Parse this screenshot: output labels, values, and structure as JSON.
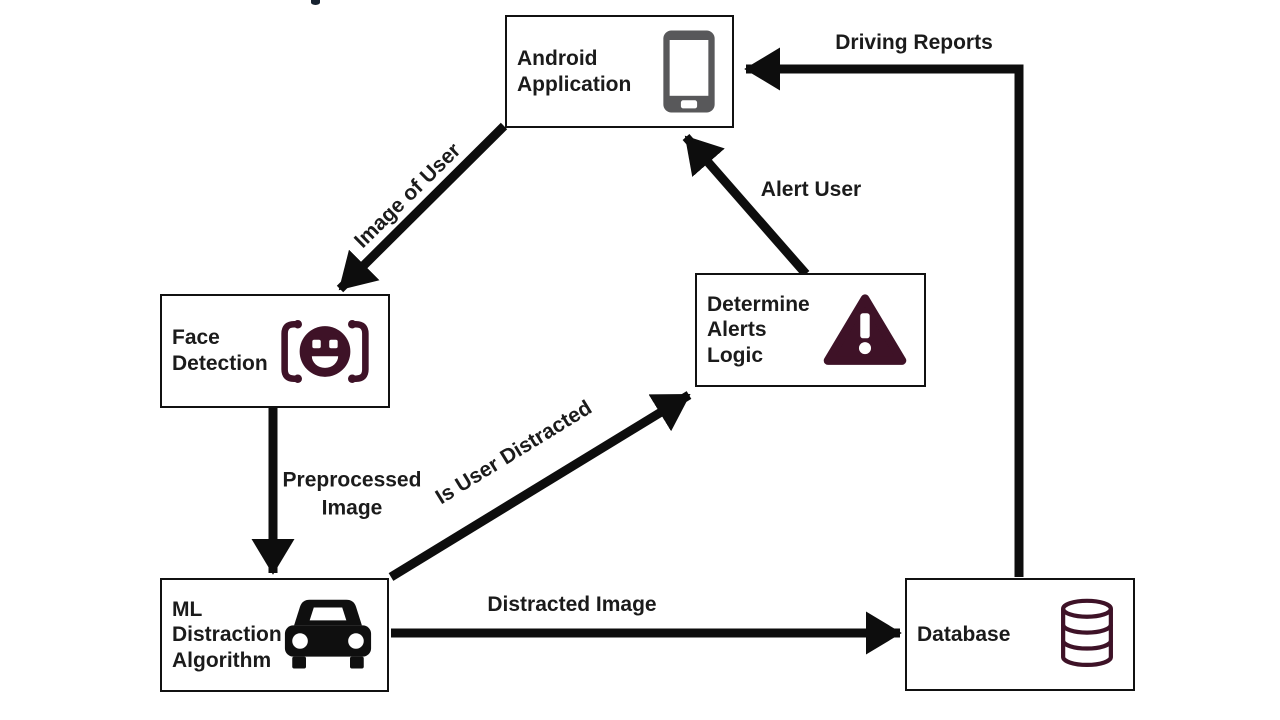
{
  "diagram": {
    "nodes": [
      {
        "id": "android-application",
        "label": "Android Application",
        "icon": "smartphone-icon"
      },
      {
        "id": "face-detection",
        "label": "Face Detection",
        "icon": "face-scan-icon"
      },
      {
        "id": "ml-distraction-algorithm",
        "label": "ML Distraction Algorithm",
        "icon": "car-icon"
      },
      {
        "id": "determine-alerts-logic",
        "label": "Determine Alerts Logic",
        "icon": "warning-triangle-icon"
      },
      {
        "id": "database",
        "label": "Database",
        "icon": "database-icon"
      }
    ],
    "edges": [
      {
        "from": "android-application",
        "to": "face-detection",
        "label": "Image of User"
      },
      {
        "from": "face-detection",
        "to": "ml-distraction-algorithm",
        "label": "Preprocessed Image"
      },
      {
        "from": "ml-distraction-algorithm",
        "to": "determine-alerts-logic",
        "label": "Is User Distracted"
      },
      {
        "from": "determine-alerts-logic",
        "to": "android-application",
        "label": "Alert User"
      },
      {
        "from": "ml-distraction-algorithm",
        "to": "database",
        "label": "Distracted Image"
      },
      {
        "from": "database",
        "to": "android-application",
        "label": "Driving Reports"
      }
    ],
    "colors": {
      "maroon_icon": "#3E1227",
      "gray_icon": "#58585A",
      "line": "#0D0D0D",
      "text": "#1B1B1B"
    }
  }
}
